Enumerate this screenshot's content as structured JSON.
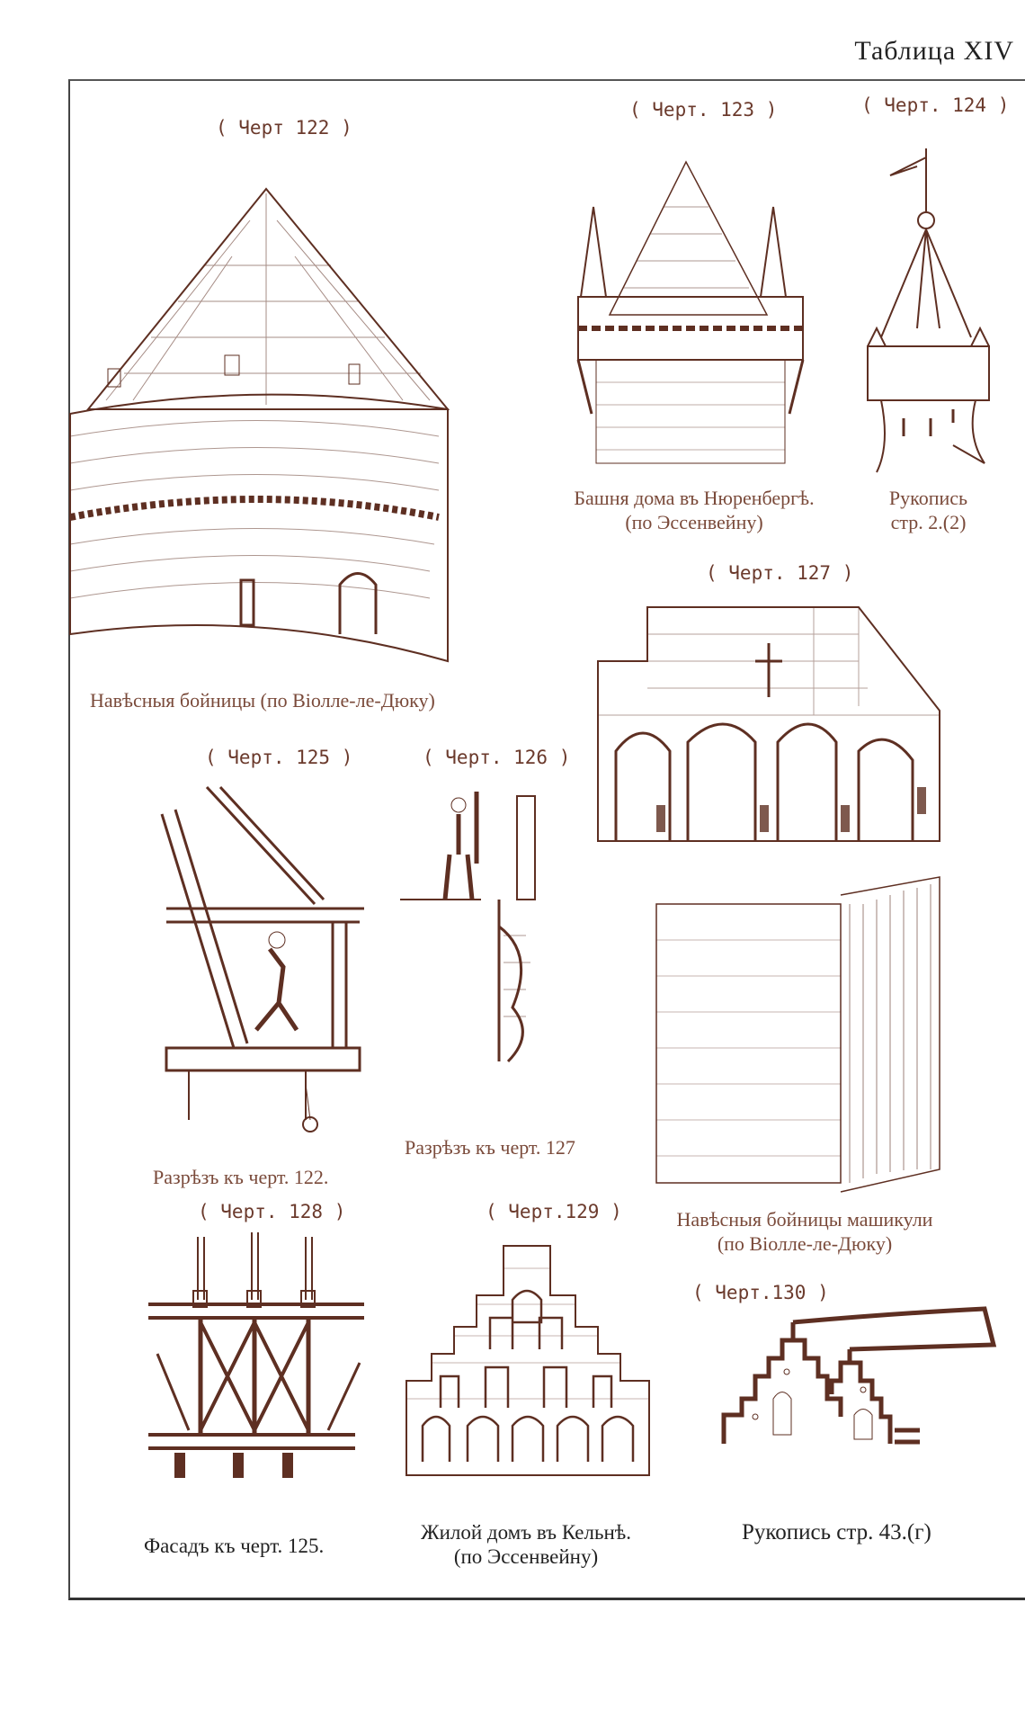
{
  "page": {
    "title": "Таблица XIV"
  },
  "figures": [
    {
      "label": "( Черт 122 )",
      "caption": [
        "Навѣсныя бойницы (по Віолле-ле-Дюку)"
      ]
    },
    {
      "label": "( Черт. 123 )",
      "caption": [
        "Башня дома въ Нюренбергѣ.",
        "(по Эссенвейну)"
      ]
    },
    {
      "label": "( Черт. 124 )",
      "caption": [
        "Рукопись",
        "стр. 2.(2)"
      ]
    },
    {
      "label": "( Черт. 125 )",
      "caption": [
        "Разрѣзъ къ черт. 122."
      ]
    },
    {
      "label": "( Черт. 126 )",
      "caption": [
        "Разрѣзъ къ черт. 127"
      ]
    },
    {
      "label": "( Черт. 127 )",
      "caption": [
        "Навѣсныя бойницы машикули",
        "(по Віолле-ле-Дюку)"
      ]
    },
    {
      "label": "( Черт. 128 )",
      "caption": [
        "Фасадъ къ черт. 125."
      ]
    },
    {
      "label": "( Черт.129 )",
      "caption": [
        "Жилой домъ въ Кельнѣ.",
        "(по Эссенвейну)"
      ]
    },
    {
      "label": "( Черт.130 )",
      "caption": [
        "Рукопись стр. 43.(г)"
      ]
    }
  ],
  "colors": {
    "ink": "#5e2f22",
    "caption": "#7a4a3a",
    "dark": "#222222"
  }
}
